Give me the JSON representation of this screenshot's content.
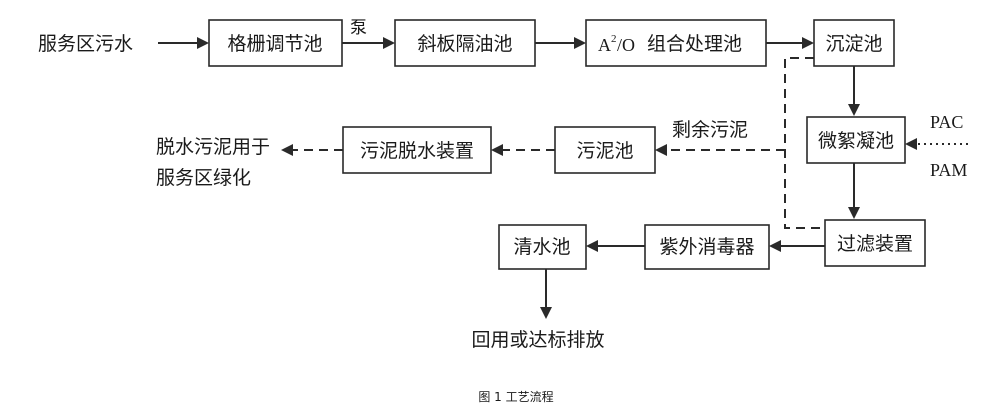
{
  "diagram": {
    "input_label": "服务区污水",
    "pump_label": "泵",
    "nodes": {
      "grille": "格栅调节池",
      "oil_sep": "斜板隔油池",
      "ao": "组合处理池",
      "ao_prefix_a": "A",
      "ao_sup": "2",
      "ao_prefix_o": "/O",
      "settling": "沉淀池",
      "floc": "微絮凝池",
      "filter": "过滤装置",
      "uv": "紫外消毒器",
      "clear": "清水池",
      "sludge_pool": "污泥池",
      "dewater": "污泥脱水装置"
    },
    "labels": {
      "excess_sludge": "剩余污泥",
      "pac": "PAC",
      "pam": "PAM",
      "output_sludge_line1": "脱水污泥用于",
      "output_sludge_line2": "服务区绿化",
      "output_water": "回用或达标排放"
    },
    "caption": "图 1 工艺流程"
  }
}
